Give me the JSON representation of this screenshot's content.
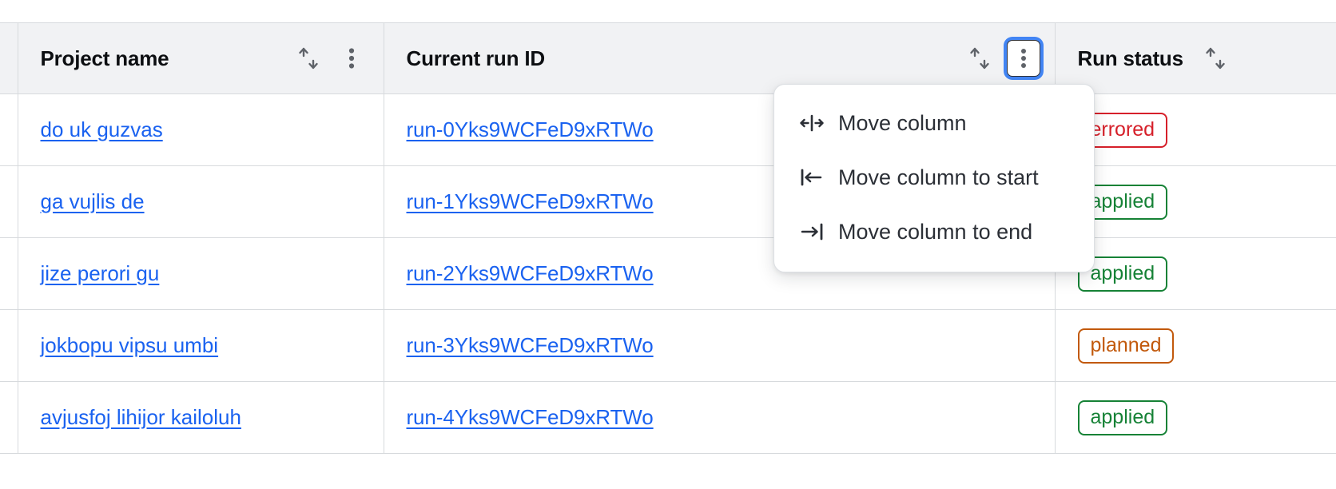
{
  "table": {
    "columns": [
      {
        "id": "select",
        "label": "",
        "sortable": false,
        "menu": false
      },
      {
        "id": "project",
        "label": "Project name",
        "sortable": true,
        "menu": true
      },
      {
        "id": "run",
        "label": "Current run ID",
        "sortable": true,
        "menu": true
      },
      {
        "id": "status",
        "label": "Run status",
        "sortable": true,
        "menu": false
      }
    ],
    "headers": {
      "project_name": "Project name",
      "current_run_id": "Current run ID",
      "run_status": "Run status"
    },
    "rows": [
      {
        "project": "do uk guzvas",
        "run_id": "run-0Yks9WCFeD9xRTWo",
        "status": "errored",
        "status_color": "#d6202a"
      },
      {
        "project": "ga vujlis de",
        "run_id": "run-1Yks9WCFeD9xRTWo",
        "status": "applied",
        "status_color": "#168236"
      },
      {
        "project": "jize perori gu",
        "run_id": "run-2Yks9WCFeD9xRTWo",
        "status": "applied",
        "status_color": "#168236"
      },
      {
        "project": "jokbopu vipsu umbi",
        "run_id": "run-3Yks9WCFeD9xRTWo",
        "status": "planned",
        "status_color": "#c2590c"
      },
      {
        "project": "avjusfoj lihijor kailoluh",
        "run_id": "run-4Yks9WCFeD9xRTWo",
        "status": "applied",
        "status_color": "#168236"
      }
    ]
  },
  "column_menu": {
    "open_for_column": "Current run ID",
    "items": [
      {
        "icon": "move-column-icon",
        "label": "Move column"
      },
      {
        "icon": "move-column-to-start-icon",
        "label": "Move column to start"
      },
      {
        "icon": "move-column-to-end-icon",
        "label": "Move column to end"
      }
    ]
  },
  "colors": {
    "link": "#1a62f0",
    "header_bg": "#f1f2f4",
    "border": "#d7dadd",
    "focus_ring": "#4285f4",
    "errored": "#d6202a",
    "applied": "#168236",
    "planned": "#c2590c"
  }
}
